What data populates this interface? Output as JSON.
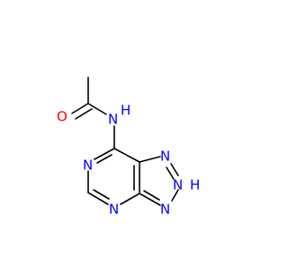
{
  "molecule": {
    "atoms": {
      "oxygen": "O",
      "amide_nitrogen": "N",
      "amide_hydrogen": "H",
      "pyrimidine_n_upper": "N",
      "pyrimidine_n_lower": "N",
      "triazole_n1": "N",
      "triazole_n2": "N",
      "triazole_n2_hydrogen": "H",
      "triazole_n3": "N"
    },
    "colors": {
      "bond": "#000000",
      "nitrogen": "#0000ff",
      "oxygen": "#ff0000"
    }
  }
}
